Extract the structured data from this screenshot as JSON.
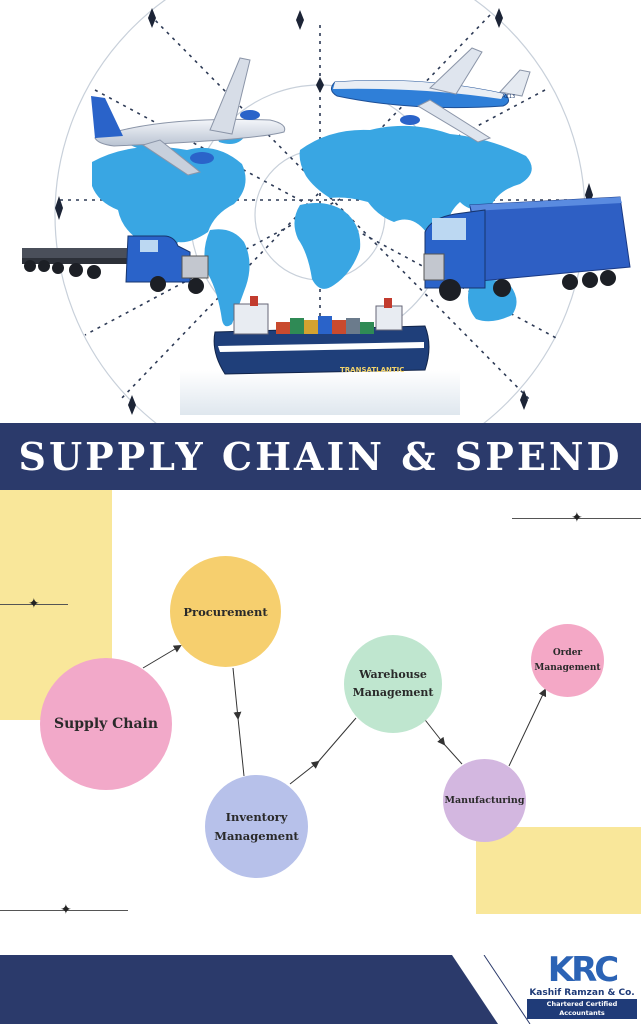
{
  "banner": {
    "title": "SUPPLY CHAIN & SPEND"
  },
  "colors": {
    "navy": "#2b3a6b",
    "accent_yellow": "#f9e79a",
    "node_pink": "#f2a9c9",
    "node_orange": "#f6cf6e",
    "node_blue": "#b7c1ea",
    "node_green": "#bfe6cf",
    "node_purple": "#d3b7e0",
    "node_light_pink": "#f4a8c6"
  },
  "hero": {
    "ship_name": "TRANSATLANTIC",
    "plane_tail": "AZ13"
  },
  "flow": {
    "nodes": {
      "supply_chain": "Supply Chain",
      "procurement": "Procurement",
      "inventory_line1": "Inventory",
      "inventory_line2": "Management",
      "warehouse_line1": "Warehouse",
      "warehouse_line2": "Management",
      "manufacturing": "Manufacturing",
      "order_line1": "Order",
      "order_line2": "Management"
    }
  },
  "logo": {
    "mark": "KRC",
    "company": "Kashif Ramzan & Co.",
    "tagline": "Chartered Certified Accountants"
  }
}
